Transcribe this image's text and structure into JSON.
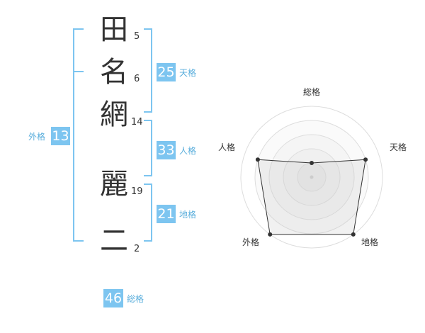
{
  "name": {
    "chars": [
      {
        "char": "田",
        "strokes": "5"
      },
      {
        "char": "名",
        "strokes": "6"
      },
      {
        "char": "網",
        "strokes": "14"
      },
      {
        "char": "麗",
        "strokes": "19"
      },
      {
        "char": "二",
        "strokes": "2"
      }
    ]
  },
  "fortunes": {
    "tenkaku": {
      "label": "天格",
      "value": "25"
    },
    "jinkaku": {
      "label": "人格",
      "value": "33"
    },
    "chikaku": {
      "label": "地格",
      "value": "21"
    },
    "gaikaku": {
      "label": "外格",
      "value": "13"
    },
    "soukaku": {
      "label": "総格",
      "value": "46"
    }
  },
  "radar": {
    "labels": {
      "top": "総格",
      "right": "天格",
      "bottom_right": "地格",
      "bottom_left": "外格",
      "left": "人格"
    },
    "levels": 5,
    "values": {
      "soukaku": 1,
      "tenkaku": 4,
      "chikaku": 5,
      "gaikaku": 5,
      "jinkaku": 4
    }
  },
  "colors": {
    "accent": "#7dc5f0",
    "bracket": "#7dc5f0",
    "label": "#5aaedc"
  }
}
